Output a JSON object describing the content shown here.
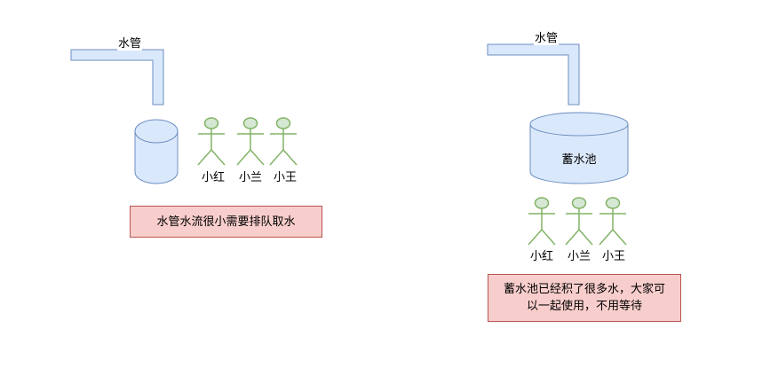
{
  "colors": {
    "pipe_fill": "#dae8fc",
    "pipe_stroke": "#6c8ebf",
    "person_fill": "#d5e8d4",
    "person_stroke": "#82b366",
    "note_fill": "#f8cecc",
    "note_stroke": "#b85450"
  },
  "left": {
    "pipe_label": "水管",
    "people": [
      "小红",
      "小兰",
      "小王"
    ],
    "note": "水管水流很小需要排队取水"
  },
  "right": {
    "pipe_label": "水管",
    "tank_label": "蓄水池",
    "people": [
      "小红",
      "小兰",
      "小王"
    ],
    "note": "蓄水池已经积了很多水，大家可以一起使用，不用等待"
  }
}
